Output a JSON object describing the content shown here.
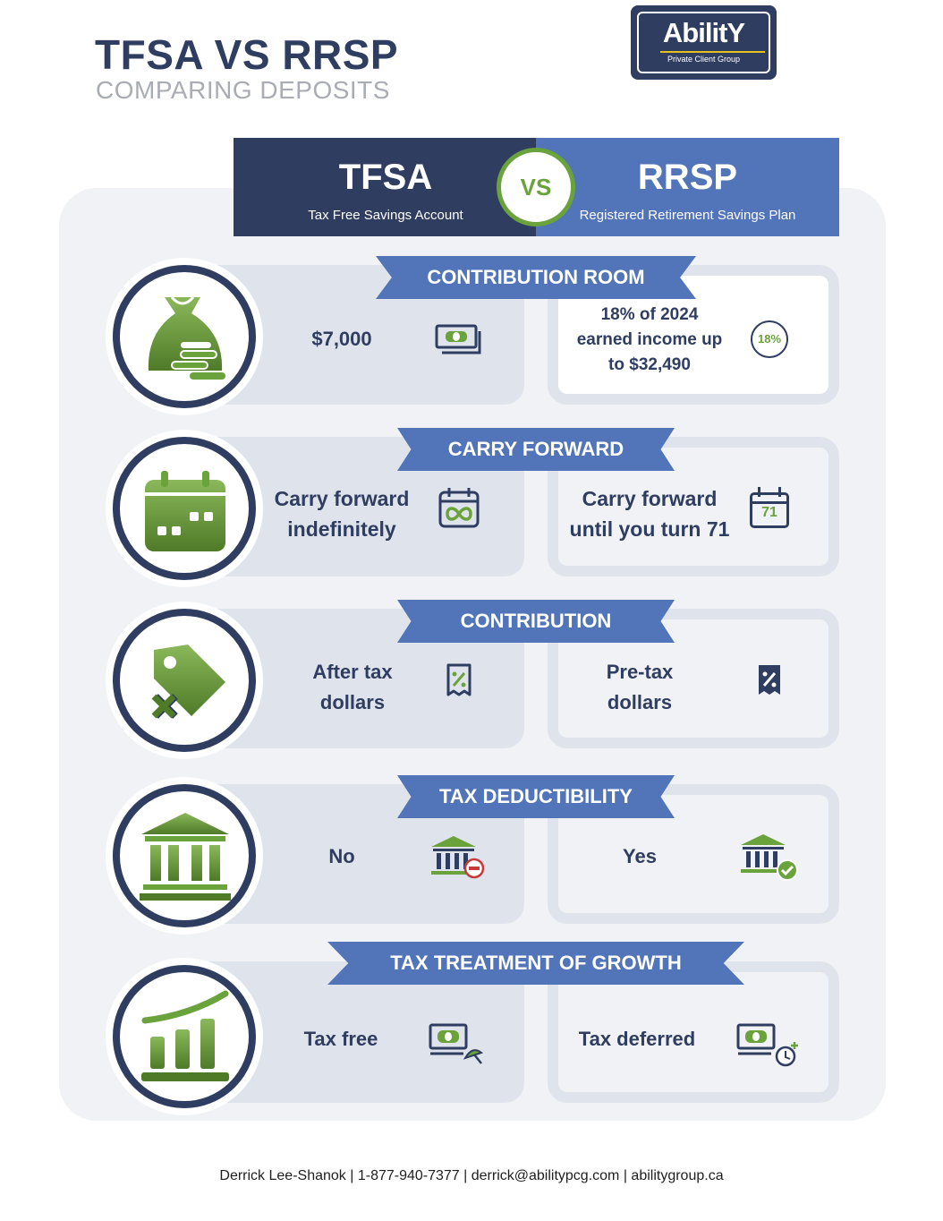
{
  "header": {
    "title": "TFSA VS RRSP",
    "subtitle": "COMPARING DEPOSITS",
    "logo": {
      "word": "AbilitY",
      "tagline": "Private Client Group"
    }
  },
  "columns": {
    "left": {
      "title": "TFSA",
      "desc": "Tax Free Savings Account"
    },
    "vs": "VS",
    "right": {
      "title": "RRSP",
      "desc": "Registered Retirement Savings Plan"
    }
  },
  "rows": [
    {
      "heading": "CONTRIBUTION ROOM",
      "tfsa": "$7,000",
      "rrsp_line1": "18% of 2024",
      "rrsp_line2": "earned income up",
      "rrsp_line3": "to $32,490",
      "rrsp_badge": "18%",
      "icon": "money-bag-icon"
    },
    {
      "heading": "CARRY FORWARD",
      "tfsa_line1": "Carry forward",
      "tfsa_line2": "indefinitely",
      "rrsp_line1": "Carry forward",
      "rrsp_line2": "until you turn 71",
      "rrsp_badge": "71",
      "icon": "calendar-icon"
    },
    {
      "heading": "CONTRIBUTION",
      "tfsa_line1": "After tax",
      "tfsa_line2": "dollars",
      "rrsp_line1": "Pre-tax",
      "rrsp_line2": "dollars",
      "icon": "price-tag-icon"
    },
    {
      "heading": "TAX DEDUCTIBILITY",
      "tfsa": "No",
      "rrsp": "Yes",
      "icon": "bank-icon"
    },
    {
      "heading": "TAX TREATMENT OF GROWTH",
      "tfsa": "Tax free",
      "rrsp": "Tax deferred",
      "icon": "growth-chart-icon"
    }
  ],
  "colors": {
    "navy": "#2f3d60",
    "blue": "#5274b8",
    "green": "#6aa33c",
    "card": "#dfe4ec"
  },
  "footer": "Derrick Lee-Shanok | 1-877-940-7377 | derrick@abilitypcg.com | abilitygroup.ca"
}
